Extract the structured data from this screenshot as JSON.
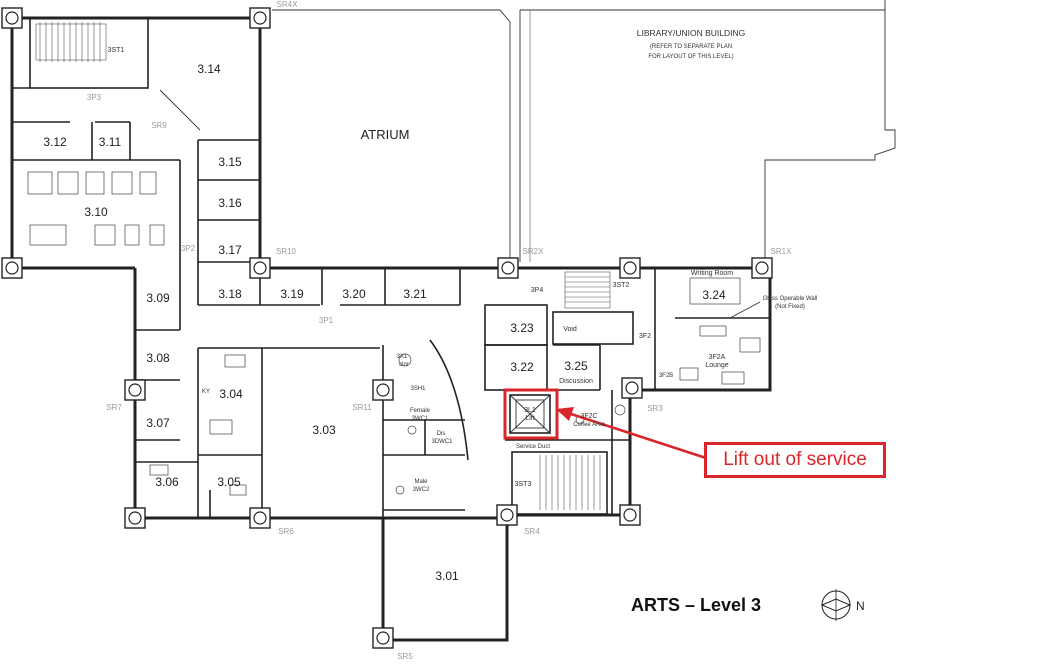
{
  "plan": {
    "title": "ARTS – Level 3",
    "north_label": "N",
    "callout": "Lift out of service",
    "accent_color": "#d9262a",
    "library_note": {
      "line1": "LIBRARY/UNION BUILDING",
      "line2": "(REFER TO SEPARATE PLAN",
      "line3": "FOR LAYOUT OF THIS LEVEL)"
    },
    "atrium": "ATRIUM",
    "rooms": {
      "r301": "3.01",
      "r303": "3.03",
      "r304": "3.04",
      "r305": "3.05",
      "r306": "3.06",
      "r307": "3.07",
      "r308": "3.08",
      "r309": "3.09",
      "r310": "3.10",
      "r311": "3.11",
      "r312": "3.12",
      "r314": "3.14",
      "r315": "3.15",
      "r316": "3.16",
      "r317": "3.17",
      "r318": "3.18",
      "r319": "3.19",
      "r320": "3.20",
      "r321": "3.21",
      "r322": "3.22",
      "r323": "3.23",
      "r324": "3.24",
      "r325": "3.25"
    },
    "spaces": {
      "st1": "3ST1",
      "st2": "3ST2",
      "st3": "3ST3",
      "p1": "3P1",
      "p2": "3P2",
      "p3": "3P3",
      "p4": "3P4",
      "f2": "3F2",
      "f2a": "3F2A",
      "lounge": "Lounge",
      "f2b": "3F2B",
      "f2c": "3F2C",
      "coffee": "Coffee Area",
      "writing": "Writing Room",
      "glass1": "Glass Operable Wall",
      "glass2": "(Not Fixed)",
      "void": "Void",
      "discussion": "Discussion",
      "lift_code": "3L1",
      "lift": "Lift",
      "service_duct": "Service Duct",
      "h1": "3SH1",
      "clnr": "clnr",
      "xl": "3X1",
      "female": "Female",
      "wc1": "3WC1",
      "dis": "Dis",
      "dwc1": "3DWC1",
      "male": "Male",
      "wc2": "3WC2",
      "ky": "KY"
    },
    "risers": {
      "sr1x": "SR1X",
      "sr2x": "SR2X",
      "sr3": "SR3",
      "sr4": "SR4",
      "sr4x": "SR4X",
      "sr5": "SR5",
      "sr6": "SR6",
      "sr7": "SR7",
      "sr9": "SR9",
      "sr10": "SR10",
      "sr11": "SR11"
    }
  }
}
